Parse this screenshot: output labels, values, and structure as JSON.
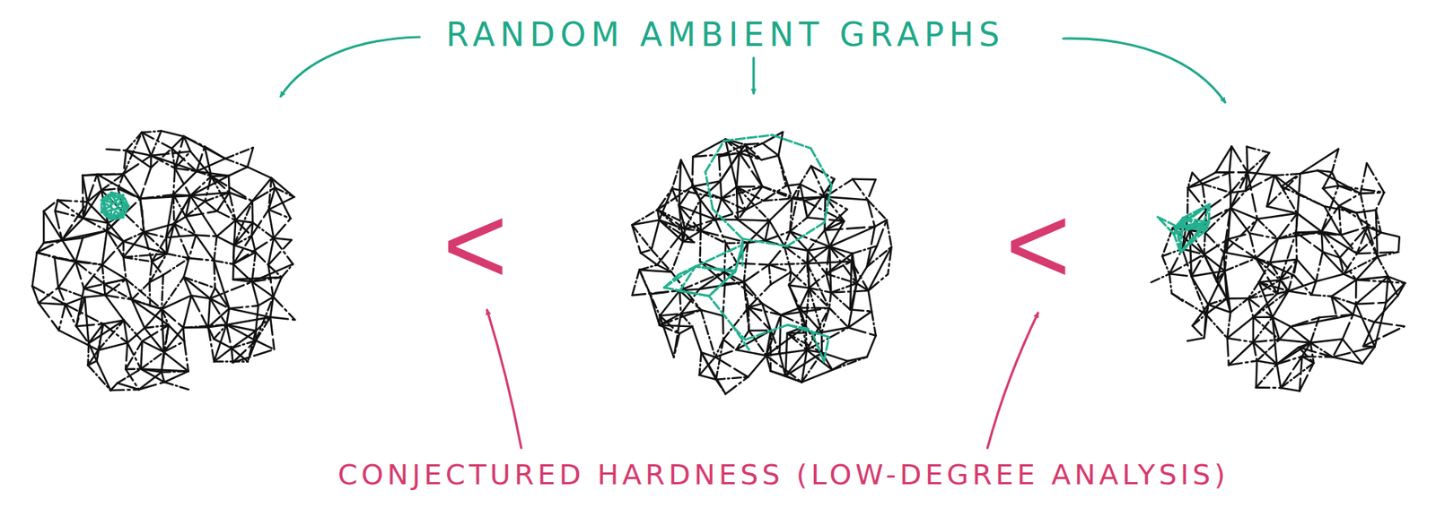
{
  "diagram": {
    "labels": [
      "RANDOM AMBIENT GRAPHS",
      "<",
      "<",
      "CONJECTURED HARDNESS (LOW-DEGREE ANALYSIS)"
    ]
  }
}
